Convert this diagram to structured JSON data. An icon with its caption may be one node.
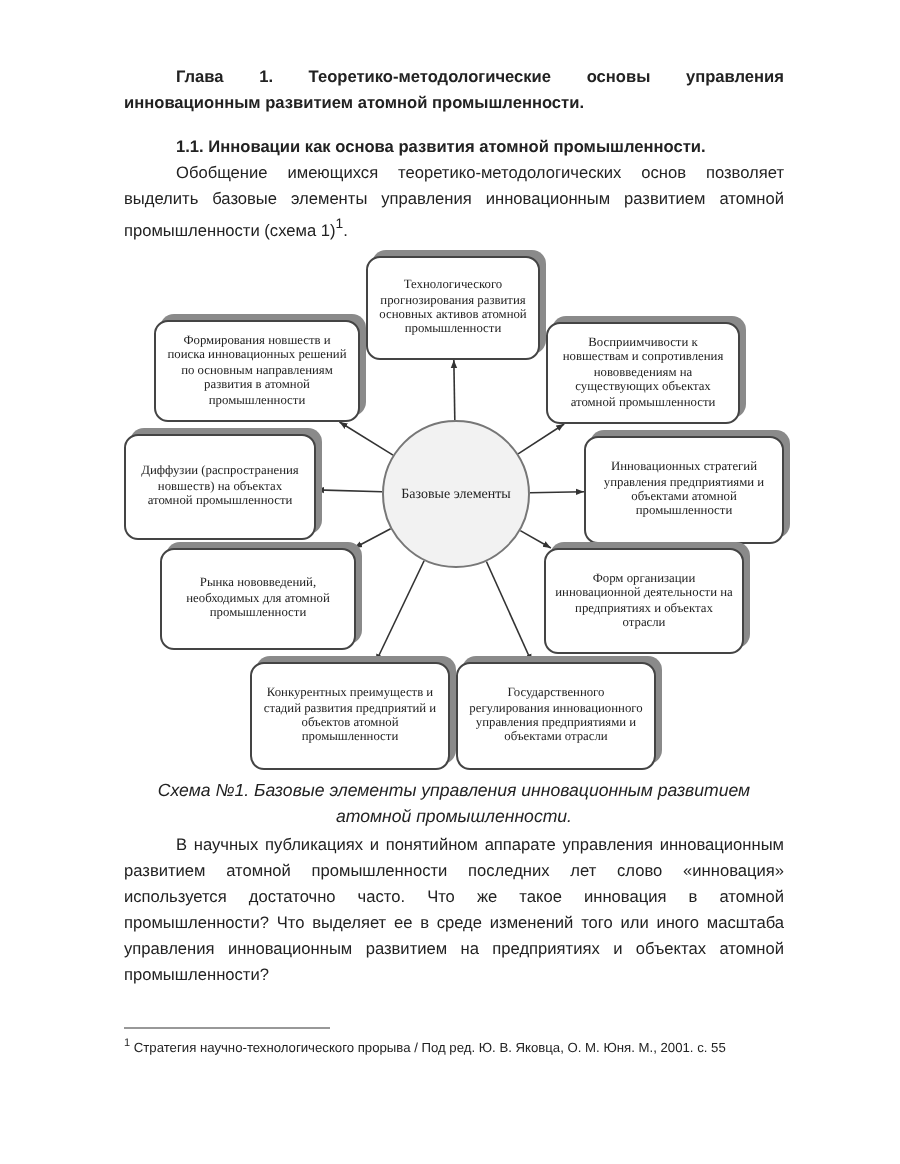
{
  "diagram": {
    "title": "Глава 1. Теоретико-методологические основы управления инновационным развитием атомной промышленности.",
    "caption": "Схема №1. Базовые элементы управления инновационным развитием атомной промышленности.",
    "nodes": [
      {
        "text": [
          "Базовые элементы"
        ]
      },
      {
        "text": [
          "Технологического прогнозирования развития основных активов атомной промышленности"
        ]
      },
      {
        "text": [
          "Формирования новшеств и поиска инновационных решений по основным направлениям развития в атомной промышленности"
        ]
      },
      {
        "text": [
          "Восприимчивости к новшествам и сопротивления нововведениям на существующих объектах атомной промышленности"
        ]
      },
      {
        "text": [
          "Диффузии (распространения новшеств) на объектах атомной промышленности"
        ]
      },
      {
        "text": [
          "Инновационных стратегий управления предприятиями и объектами атомной промышленности"
        ]
      },
      {
        "text": [
          "Рынка нововведений, необходимых для атомной промышленности"
        ]
      },
      {
        "text": [
          "Форм организации инновационной деятельности на предприятиях и объектах отрасли"
        ]
      },
      {
        "text": [
          "Конкурентных преимуществ и стадий развития предприятий и объектов атомной промышленности"
        ]
      },
      {
        "text": [
          "Государственного регулирования инновационного управления предприятиями и объектами отрасли"
        ]
      }
    ],
    "edges": [
      {
        "from": 0,
        "to": 1,
        "arrow": "to"
      },
      {
        "from": 0,
        "to": 2,
        "arrow": "to"
      },
      {
        "from": 0,
        "to": 3,
        "arrow": "to"
      },
      {
        "from": 0,
        "to": 4,
        "arrow": "to"
      },
      {
        "from": 0,
        "to": 5,
        "arrow": "to"
      },
      {
        "from": 0,
        "to": 6,
        "arrow": "to"
      },
      {
        "from": 0,
        "to": 7,
        "arrow": "to"
      },
      {
        "from": 0,
        "to": 8,
        "arrow": "to"
      },
      {
        "from": 0,
        "to": 9,
        "arrow": "to"
      }
    ],
    "labels": [
      "1.1. Инновации как основа развития атомной промышленности.",
      "Обобщение имеющихся теоретико-методологических основ позволяет выделить базовые элементы управления инновационным развитием атомной промышленности (схема 1)$^{1}$.",
      "В научных публикациях и понятийном аппарате управления инновационным развитием атомной промышленности последних лет слово «инновация» используется достаточно часто. Что же такое инновация в атомной промышленности? Что выделяет ее в среде изменений того или иного масштаба управления инновационным развитием на предприятиях и объектах атомной промышленности?",
      "$^{1}$ Стратегия научно-технологического прорыва / Под ред. Ю. В. Яковца, О. М. Юня. М., 2001. с. 55"
    ]
  }
}
